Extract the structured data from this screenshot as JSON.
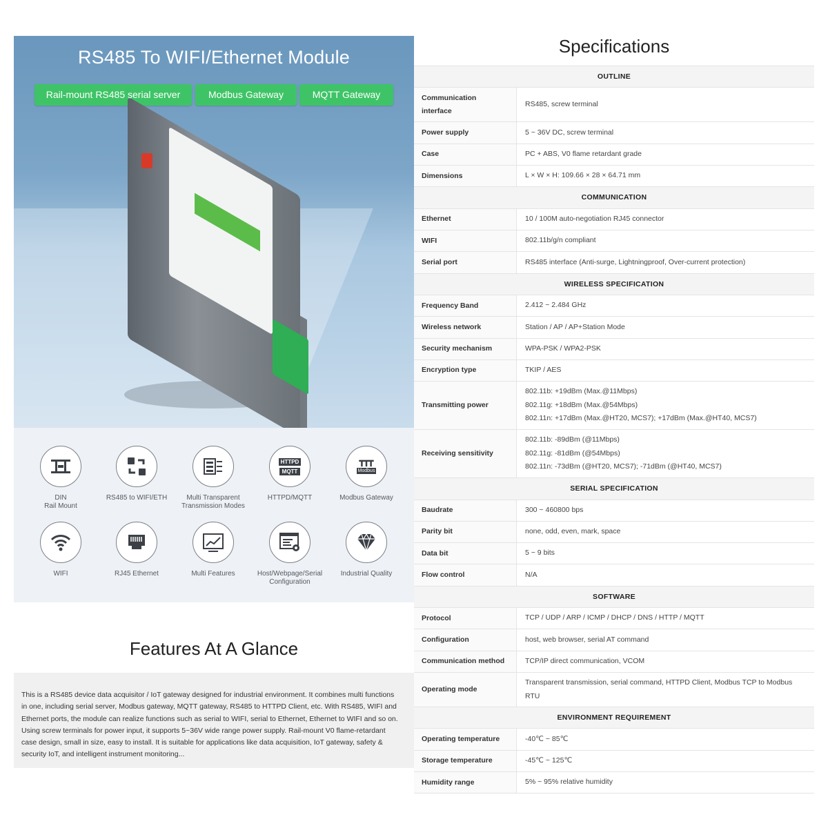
{
  "hero": {
    "title": "RS485 To WIFI/Ethernet Module",
    "tags": [
      "Rail-mount RS485 serial server",
      "Modbus Gateway",
      "MQTT Gateway"
    ]
  },
  "features": [
    {
      "icon": "din-rail-icon",
      "label": "DIN\nRail Mount"
    },
    {
      "icon": "rs485-convert-icon",
      "label": "RS485 to WIFI/ETH"
    },
    {
      "icon": "multi-transparent-icon",
      "label": "Multi Transparent\nTransmission Modes"
    },
    {
      "icon": "httpd-mqtt-icon",
      "label": "HTTPD/MQTT"
    },
    {
      "icon": "modbus-gateway-icon",
      "label": "Modbus Gateway"
    },
    {
      "icon": "wifi-icon",
      "label": "WIFI"
    },
    {
      "icon": "rj45-ethernet-icon",
      "label": "RJ45 Ethernet"
    },
    {
      "icon": "multi-features-icon",
      "label": "Multi Features"
    },
    {
      "icon": "configuration-icon",
      "label": "Host/Webpage/Serial\nConfiguration"
    },
    {
      "icon": "industrial-quality-icon",
      "label": "Industrial Quality"
    }
  ],
  "icon_text": {
    "httpd": "HTTPD",
    "mqtt": "MQTT",
    "modbus": "Modbus"
  },
  "glance": {
    "title": "Features At A Glance",
    "body": "This is a RS485 device data acquisitor / IoT gateway designed for industrial environment. It combines multi functions in one, including serial server, Modbus gateway, MQTT gateway, RS485 to HTTPD Client, etc. With RS485, WIFI and Ethernet ports, the module can realize functions such as serial to WIFI, serial to Ethernet, Ethernet to WIFI and so on. Using screw terminals for power input, it supports 5~36V wide range power supply. Rail-mount V0 flame-retardant case design, small in size, easy to install. It is suitable for applications like data acquisition, IoT gateway, safety & security IoT, and intelligent instrument monitoring..."
  },
  "specs": {
    "title": "Specifications",
    "sections": [
      {
        "name": "OUTLINE",
        "rows": [
          {
            "key": "Communication interface",
            "values": [
              "RS485, screw terminal"
            ]
          },
          {
            "key": "Power supply",
            "values": [
              "5 ~ 36V DC, screw terminal"
            ]
          },
          {
            "key": "Case",
            "values": [
              "PC + ABS, V0 flame retardant grade"
            ]
          },
          {
            "key": "Dimensions",
            "values": [
              "L × W × H: 109.66 × 28 × 64.71 mm"
            ]
          }
        ]
      },
      {
        "name": "COMMUNICATION",
        "rows": [
          {
            "key": "Ethernet",
            "values": [
              "10 / 100M auto-negotiation RJ45 connector"
            ]
          },
          {
            "key": "WIFI",
            "values": [
              "802.11b/g/n compliant"
            ]
          },
          {
            "key": "Serial port",
            "values": [
              "RS485 interface (Anti-surge, Lightningproof, Over-current protection)"
            ]
          }
        ]
      },
      {
        "name": "WIRELESS SPECIFICATION",
        "rows": [
          {
            "key": "Frequency Band",
            "values": [
              "2.412 ~ 2.484 GHz"
            ]
          },
          {
            "key": "Wireless network",
            "values": [
              "Station / AP / AP+Station Mode"
            ]
          },
          {
            "key": "Security mechanism",
            "values": [
              "WPA-PSK / WPA2-PSK"
            ]
          },
          {
            "key": "Encryption type",
            "values": [
              "TKIP / AES"
            ]
          },
          {
            "key": "Transmitting power",
            "values": [
              "802.11b: +19dBm (Max.@11Mbps)",
              "802.11g: +18dBm (Max.@54Mbps)",
              "802.11n: +17dBm (Max.@HT20, MCS7); +17dBm (Max.@HT40, MCS7)"
            ]
          },
          {
            "key": "Receiving sensitivity",
            "values": [
              "802.11b: -89dBm (@11Mbps)",
              "802.11g: -81dBm (@54Mbps)",
              "802.11n: -73dBm (@HT20, MCS7); -71dBm (@HT40, MCS7)"
            ]
          }
        ]
      },
      {
        "name": "SERIAL SPECIFICATION",
        "rows": [
          {
            "key": "Baudrate",
            "values": [
              "300 ~ 460800 bps"
            ]
          },
          {
            "key": "Parity bit",
            "values": [
              "none, odd, even, mark, space"
            ]
          },
          {
            "key": "Data bit",
            "values": [
              "5 ~ 9 bits"
            ]
          },
          {
            "key": "Flow control",
            "values": [
              "N/A"
            ]
          }
        ]
      },
      {
        "name": "SOFTWARE",
        "rows": [
          {
            "key": "Protocol",
            "values": [
              "TCP / UDP / ARP / ICMP / DHCP / DNS / HTTP / MQTT"
            ]
          },
          {
            "key": "Configuration",
            "values": [
              "host, web browser, serial AT command"
            ]
          },
          {
            "key": "Communication method",
            "values": [
              "TCP/IP direct communication, VCOM"
            ]
          },
          {
            "key": "Operating mode",
            "values": [
              "Transparent transmission, serial command, HTTPD Client, Modbus TCP to Modbus RTU"
            ]
          }
        ]
      },
      {
        "name": "ENVIRONMENT REQUIREMENT",
        "rows": [
          {
            "key": "Operating temperature",
            "values": [
              "-40℃ ~ 85℃"
            ]
          },
          {
            "key": "Storage temperature",
            "values": [
              "-45℃ ~ 125℃"
            ]
          },
          {
            "key": "Humidity range",
            "values": [
              "5% ~ 95% relative humidity"
            ]
          }
        ]
      }
    ]
  }
}
